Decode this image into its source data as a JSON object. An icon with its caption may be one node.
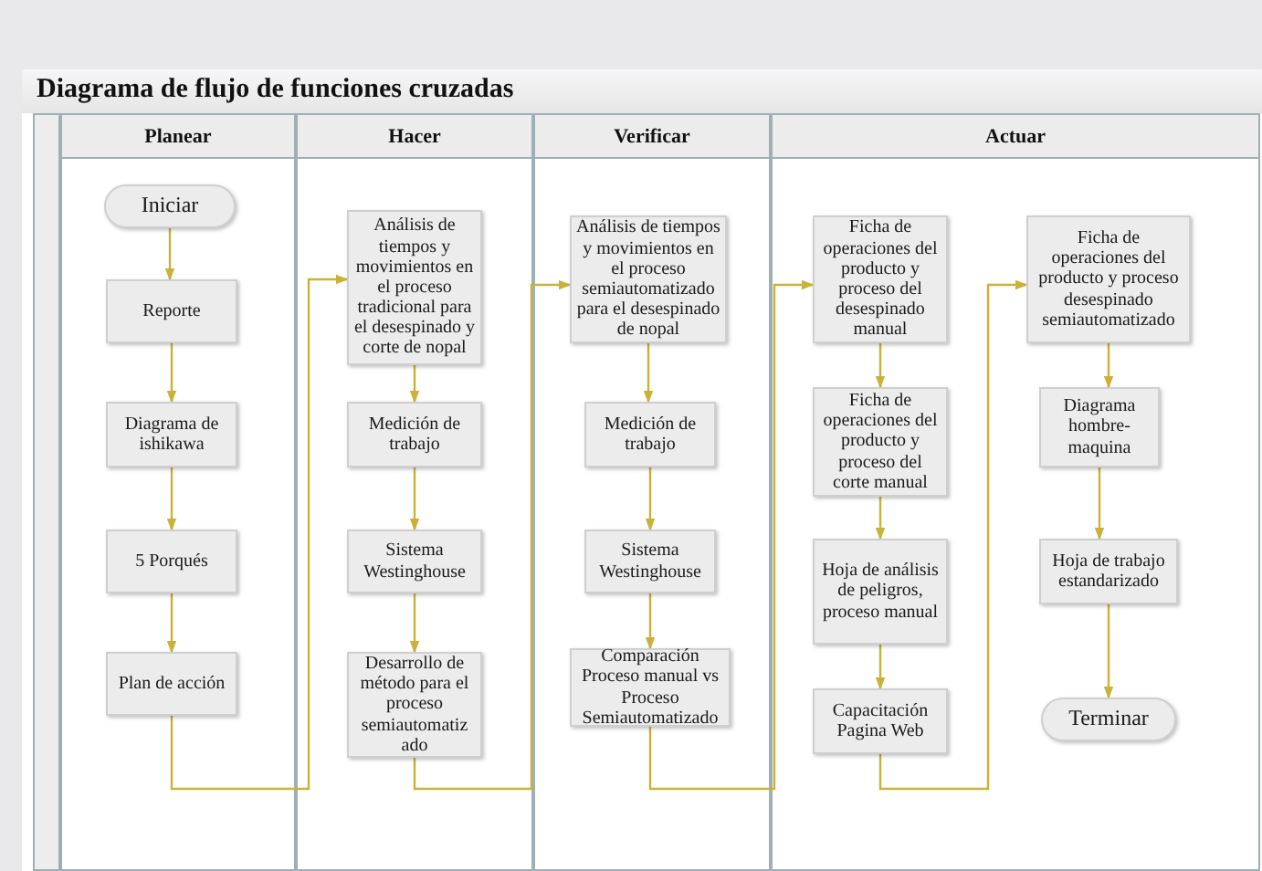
{
  "diagram": {
    "title": "Diagrama de flujo de funciones cruzadas",
    "nodes": [
      {
        "text": [
          "Planear"
        ]
      },
      {
        "text": [
          "Iniciar"
        ],
        "in": 0
      },
      {
        "text": [
          "Reporte"
        ],
        "in": 0
      },
      {
        "text": [
          "Diagrama de ishikawa"
        ],
        "in": 0
      },
      {
        "text": [
          "5 Porqués"
        ],
        "in": 0
      },
      {
        "text": [
          "Plan de acción"
        ],
        "in": 0
      },
      {
        "text": [
          "Hacer"
        ]
      },
      {
        "text": [
          "Análisis de tiempos y movimientos en el proceso tradicional para el desespinado y corte de nopal"
        ],
        "in": 6
      },
      {
        "text": [
          "Medición de trabajo"
        ],
        "in": 6
      },
      {
        "text": [
          "Sistema Westinghouse"
        ],
        "in": 6
      },
      {
        "text": [
          "Desarrollo de método para el proceso semiautomatiz ado"
        ],
        "in": 6
      },
      {
        "text": [
          "Verificar"
        ]
      },
      {
        "text": [
          "Análisis de tiempos y movimientos en el proceso semiautomatizado para el desespinado de nopal"
        ],
        "in": 11
      },
      {
        "text": [
          "Medición de trabajo"
        ],
        "in": 11
      },
      {
        "text": [
          "Sistema Westinghouse"
        ],
        "in": 11
      },
      {
        "text": [
          "Comparación Proceso manual vs Proceso Semiautomatizado"
        ],
        "in": 11
      },
      {
        "text": [
          "Actuar"
        ]
      },
      {
        "text": [
          "Ficha de operaciones del producto y proceso del desespinado manual"
        ],
        "in": 16
      },
      {
        "text": [
          "Ficha de operaciones del producto y proceso del corte manual"
        ],
        "in": 16
      },
      {
        "text": [
          "Hoja de análisis de peligros, proceso manual"
        ],
        "in": 16
      },
      {
        "text": [
          "Capacitación Pagina Web"
        ],
        "in": 16
      },
      {
        "text": [
          "Ficha de operaciones del producto y proceso desespinado semiautomatizado"
        ],
        "in": 16
      },
      {
        "text": [
          "Diagrama hombre-maquina"
        ],
        "in": 16
      },
      {
        "text": [
          "Hoja de trabajo estandarizado"
        ],
        "in": 16
      },
      {
        "text": [
          "Terminar"
        ],
        "in": 16
      }
    ],
    "edges": [
      {
        "from": 1,
        "to": 2,
        "arrow": "to"
      },
      {
        "from": 2,
        "to": 3,
        "arrow": "to"
      },
      {
        "from": 3,
        "to": 4,
        "arrow": "to"
      },
      {
        "from": 4,
        "to": 5,
        "arrow": "to"
      },
      {
        "from": 5,
        "to": 7,
        "arrow": "to"
      },
      {
        "from": 7,
        "to": 8,
        "arrow": "to"
      },
      {
        "from": 8,
        "to": 9,
        "arrow": "to"
      },
      {
        "from": 9,
        "to": 10,
        "arrow": "to"
      },
      {
        "from": 10,
        "to": 12,
        "arrow": "to"
      },
      {
        "from": 12,
        "to": 13,
        "arrow": "to"
      },
      {
        "from": 13,
        "to": 14,
        "arrow": "to"
      },
      {
        "from": 14,
        "to": 15,
        "arrow": "to"
      },
      {
        "from": 15,
        "to": 17,
        "arrow": "to"
      },
      {
        "from": 17,
        "to": 18,
        "arrow": "to"
      },
      {
        "from": 18,
        "to": 19,
        "arrow": "to"
      },
      {
        "from": 19,
        "to": 20,
        "arrow": "to"
      },
      {
        "from": 20,
        "to": 21,
        "arrow": "to"
      },
      {
        "from": 21,
        "to": 22,
        "arrow": "to"
      },
      {
        "from": 22,
        "to": 23,
        "arrow": "to"
      },
      {
        "from": 23,
        "to": 24,
        "arrow": "to"
      }
    ]
  }
}
